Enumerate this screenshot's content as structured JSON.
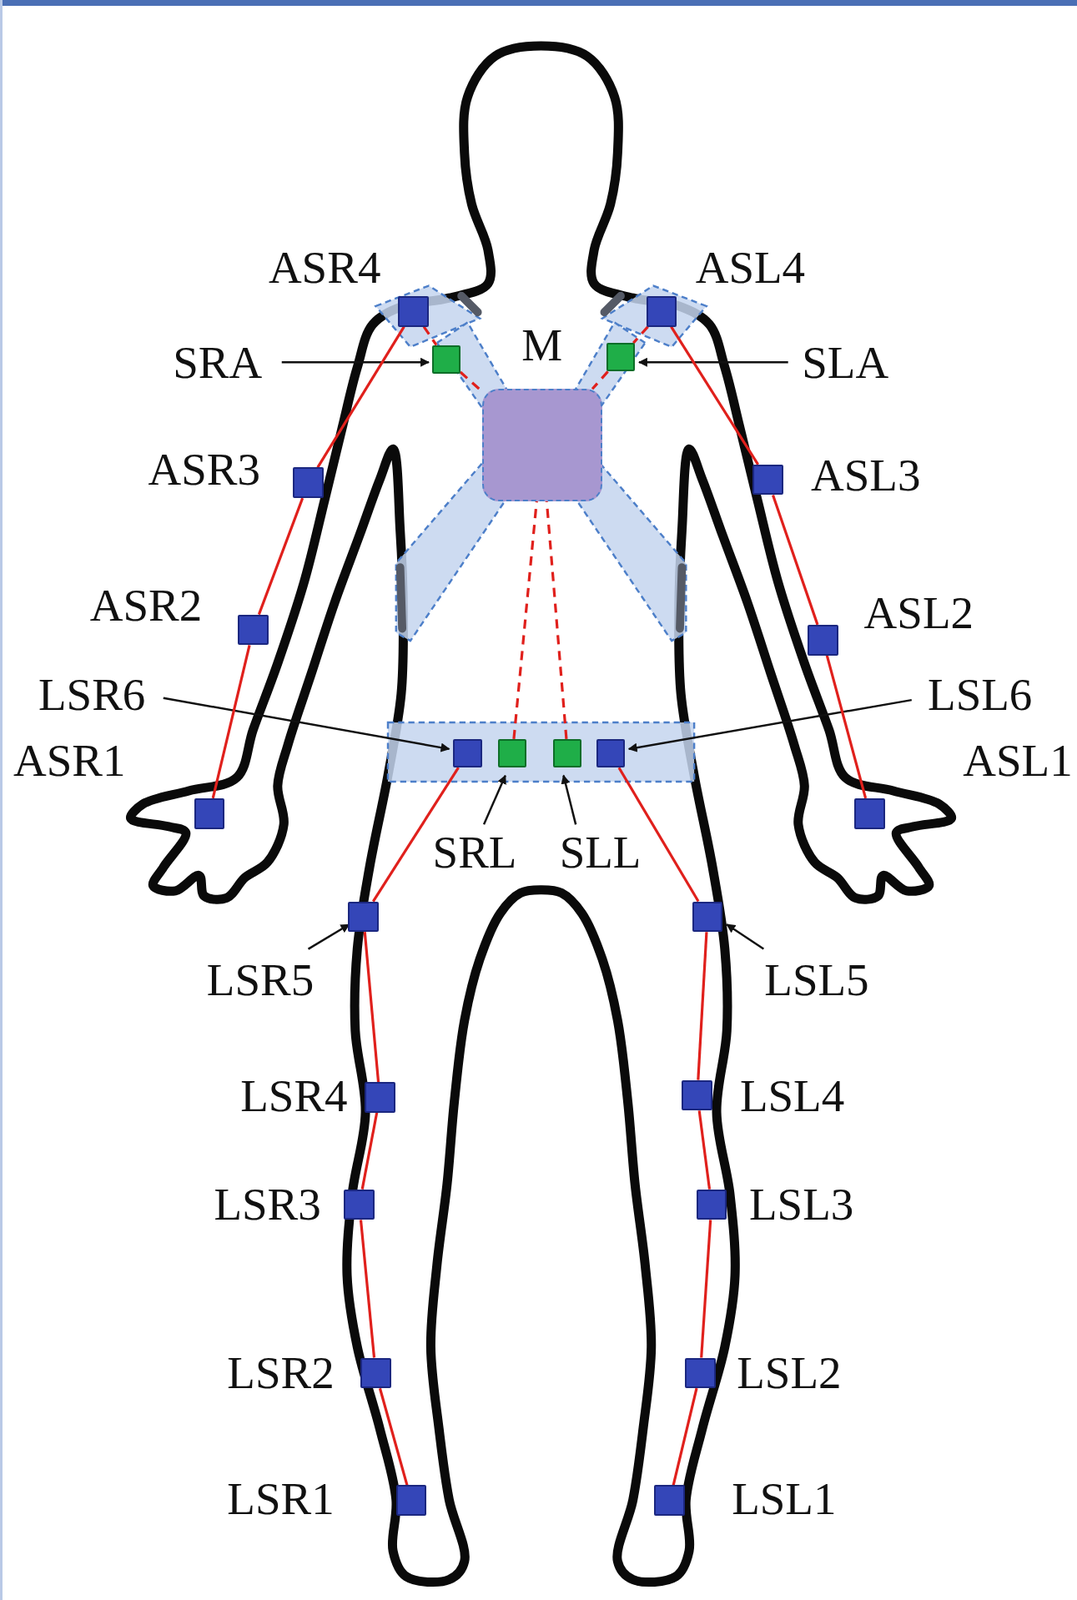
{
  "diagram": {
    "nodes": [
      {
        "text": [
          "ASR4"
        ]
      },
      {
        "text": [
          "ASL4"
        ]
      },
      {
        "text": [
          "M"
        ]
      },
      {
        "text": [
          "SRA"
        ]
      },
      {
        "text": [
          "SLA"
        ]
      },
      {
        "text": [
          "ASR3"
        ]
      },
      {
        "text": [
          "ASL3"
        ]
      },
      {
        "text": [
          "ASR2"
        ]
      },
      {
        "text": [
          "ASL2"
        ]
      },
      {
        "text": [
          "LSR6"
        ]
      },
      {
        "text": [
          "LSL6"
        ]
      },
      {
        "text": [
          "ASR1"
        ]
      },
      {
        "text": [
          "ASL1"
        ]
      },
      {
        "text": [
          "SRL"
        ]
      },
      {
        "text": [
          "SLL"
        ]
      },
      {
        "text": [
          "LSR5"
        ]
      },
      {
        "text": [
          "LSL5"
        ]
      },
      {
        "text": [
          "LSR4"
        ]
      },
      {
        "text": [
          "LSL4"
        ]
      },
      {
        "text": [
          "LSR3"
        ]
      },
      {
        "text": [
          "LSL3"
        ]
      },
      {
        "text": [
          "LSR2"
        ]
      },
      {
        "text": [
          "LSL2"
        ]
      },
      {
        "text": [
          "LSR1"
        ]
      },
      {
        "text": [
          "LSL1"
        ]
      }
    ],
    "edges": [
      {
        "from": 11,
        "to": 7,
        "arrow": "none"
      },
      {
        "from": 7,
        "to": 5,
        "arrow": "none"
      },
      {
        "from": 5,
        "to": 0,
        "arrow": "none"
      },
      {
        "from": 0,
        "to": 3,
        "arrow": "none"
      },
      {
        "from": 3,
        "to": 2,
        "arrow": "none"
      },
      {
        "from": 12,
        "to": 8,
        "arrow": "none"
      },
      {
        "from": 8,
        "to": 6,
        "arrow": "none"
      },
      {
        "from": 6,
        "to": 1,
        "arrow": "none"
      },
      {
        "from": 1,
        "to": 4,
        "arrow": "none"
      },
      {
        "from": 4,
        "to": 2,
        "arrow": "none"
      },
      {
        "from": 23,
        "to": 21,
        "arrow": "none"
      },
      {
        "from": 21,
        "to": 19,
        "arrow": "none"
      },
      {
        "from": 19,
        "to": 17,
        "arrow": "none"
      },
      {
        "from": 17,
        "to": 15,
        "arrow": "none"
      },
      {
        "from": 15,
        "to": 9,
        "arrow": "none"
      },
      {
        "from": 24,
        "to": 22,
        "arrow": "none"
      },
      {
        "from": 22,
        "to": 20,
        "arrow": "none"
      },
      {
        "from": 20,
        "to": 18,
        "arrow": "none"
      },
      {
        "from": 18,
        "to": 16,
        "arrow": "none"
      },
      {
        "from": 16,
        "to": 10,
        "arrow": "none"
      },
      {
        "from": 13,
        "to": 2,
        "arrow": "none"
      },
      {
        "from": 14,
        "to": 2,
        "arrow": "none"
      }
    ]
  }
}
